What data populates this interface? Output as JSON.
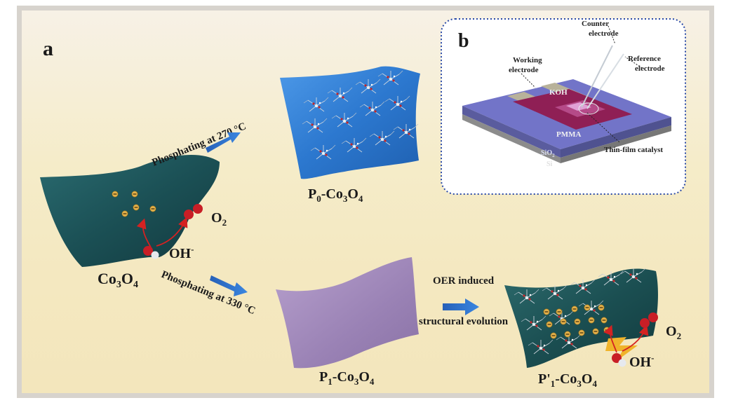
{
  "panel_a": {
    "letter": "a",
    "co3o4": {
      "base": "Co",
      "sub1": "3",
      "mid": "O",
      "sub2": "4"
    },
    "o2": {
      "base": "O",
      "sub": "2"
    },
    "oh": {
      "base": "OH",
      "sup": "-"
    },
    "step_270": "Phosphating at 270 °C",
    "step_330": "Phosphating at 330 °C",
    "p0": {
      "p": "P",
      "psub": "0",
      "dash": "-Co",
      "s1": "3",
      "o": "O",
      "s2": "4"
    },
    "p1": {
      "p": "P",
      "psub": "1",
      "dash": "-Co",
      "s1": "3",
      "o": "O",
      "s2": "4"
    },
    "p1prime": {
      "p": "P'",
      "psub": "1",
      "dash": "-Co",
      "s1": "3",
      "o": "O",
      "s2": "4"
    },
    "oer_line1": "OER induced",
    "oer_line2": "structural evolution"
  },
  "panel_b": {
    "letter": "b",
    "counter_electrode": [
      "Counter",
      "electrode"
    ],
    "working_electrode": [
      "Working",
      "electrode"
    ],
    "reference_electrode": [
      "Reference",
      "electrode"
    ],
    "koh": "KOH",
    "pmma": "PMMA",
    "sio2": {
      "base": "SiO",
      "sub": "2"
    },
    "si": "Si",
    "thin_film": "Thin-film catalyst"
  },
  "colors": {
    "co3o4_sheet": "#1f5a5f",
    "p0_sheet": "#2f7fd6",
    "p1_sheet": "#9f86b8",
    "p1prime_sheet": "#1d5658",
    "arrow": "#2f6fc9",
    "pmma": "#8e1f52",
    "substrate": "#6d6fc4",
    "dotted_border": "#2a4aa8"
  }
}
